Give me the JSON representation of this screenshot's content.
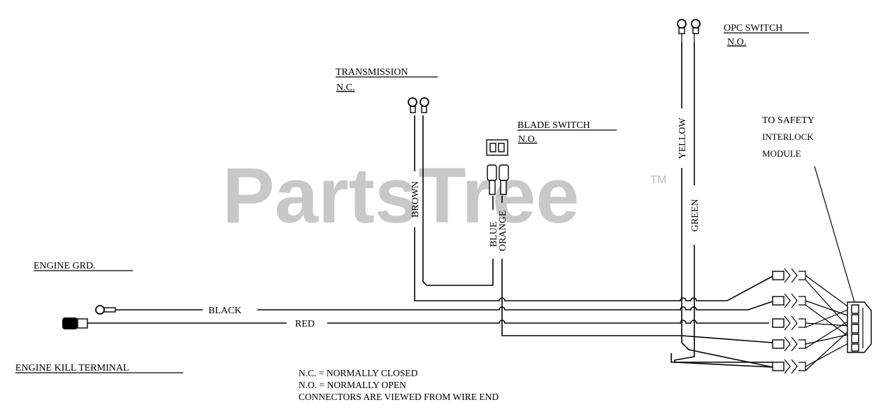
{
  "watermark": {
    "brand": "PartsTree",
    "trademark": "TM"
  },
  "components": {
    "transmission": {
      "name": "TRANSMISSION",
      "state": "N.C."
    },
    "blade_switch": {
      "name": "BLADE SWITCH",
      "state": "N.O."
    },
    "opc_switch": {
      "name": "OPC SWITCH",
      "state": "N.O."
    },
    "safety_module": {
      "line1": "TO SAFETY",
      "line2": "INTERLOCK",
      "line3": "MODULE"
    },
    "engine_ground": {
      "name": "ENGINE GRD."
    },
    "engine_kill": {
      "name": "ENGINE KILL TERMINAL"
    }
  },
  "wires": {
    "brown": "BROWN",
    "blue": "BLUE",
    "orange": "ORANGE",
    "yellow": "YELLOW",
    "green": "GREEN",
    "black": "BLACK",
    "red": "RED"
  },
  "legend": {
    "nc": "N.C. = NORMALLY CLOSED",
    "no": "N.O. = NORMALLY OPEN",
    "view": "CONNECTORS ARE VIEWED FROM WIRE END"
  }
}
